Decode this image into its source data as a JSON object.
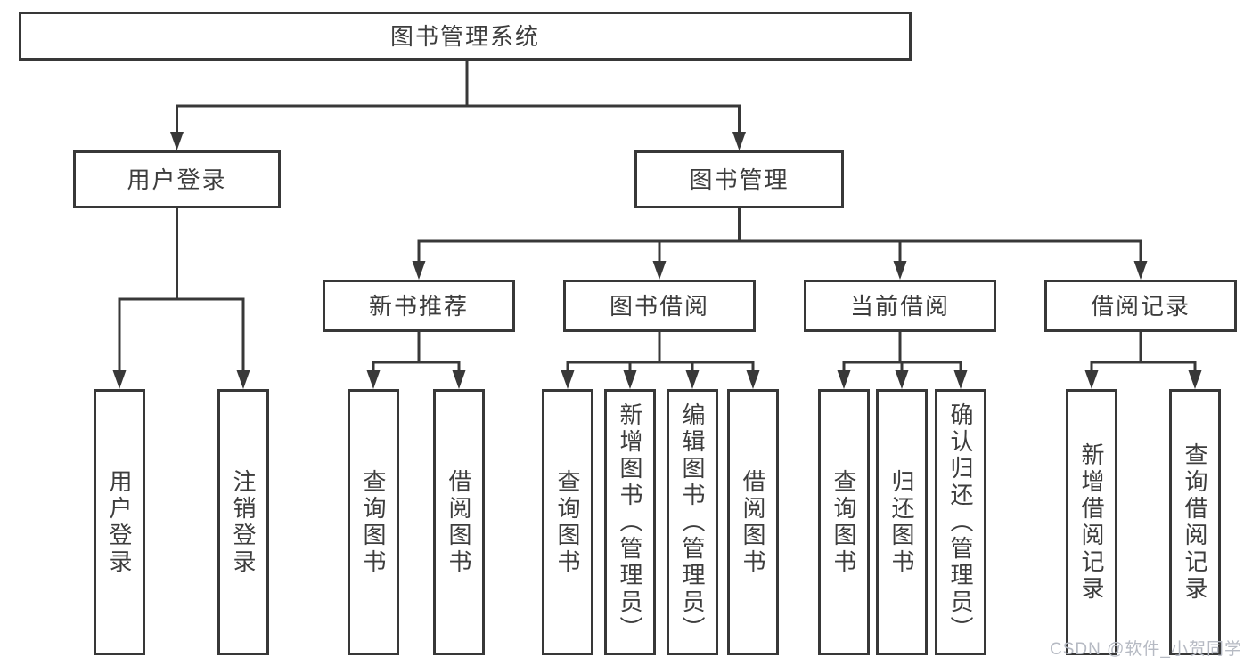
{
  "diagram": {
    "root": "图书管理系统",
    "login": {
      "label": "用户登录",
      "leaves": [
        "用户登录",
        "注销登录"
      ]
    },
    "management": {
      "label": "图书管理",
      "groups": [
        {
          "label": "新书推荐",
          "leaves": [
            "查询图书",
            "借阅图书"
          ]
        },
        {
          "label": "图书借阅",
          "leaves": [
            "查询图书",
            "新增图书（管理员）",
            "编辑图书（管理员）",
            "借阅图书"
          ]
        },
        {
          "label": "当前借阅",
          "leaves": [
            "查询图书",
            "归还图书",
            "确认归还（管理员）"
          ]
        },
        {
          "label": "借阅记录",
          "leaves": [
            "新增借阅记录",
            "查询借阅记录"
          ]
        }
      ]
    }
  },
  "watermark": "CSDN @软件_小贺同学",
  "colors": {
    "line": "#383838",
    "box_border": "#383838",
    "text": "#3d3d3d",
    "watermark": "#b6bac3",
    "background": "#ffffff"
  }
}
